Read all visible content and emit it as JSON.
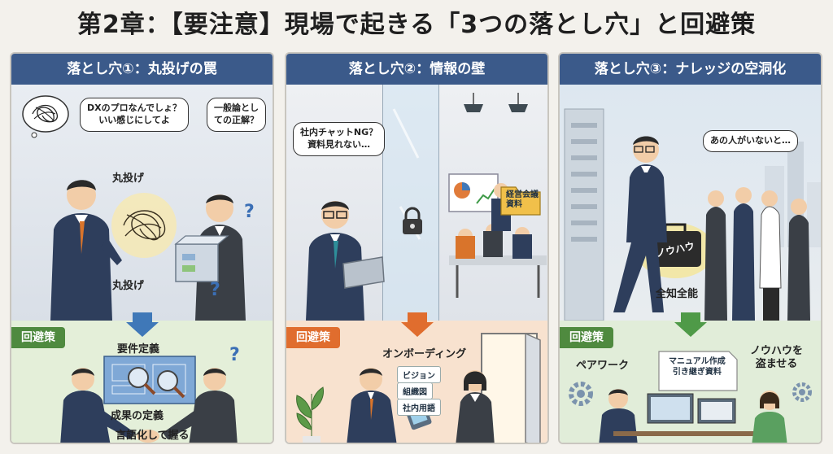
{
  "title": "第2章：【要注意】現場で起きる「3つの落とし穴」と回避策",
  "panels": [
    {
      "header": "落とし穴①：丸投げの罠",
      "bubble_left": "DXのプロなんでしょ？\nいい感じにしてよ",
      "bubble_right": "一般論とし\nての正解？",
      "label_top": "丸投げ",
      "label_bottom": "丸投げ",
      "solution_badge": "回避策",
      "solution_labels": [
        "要件定義",
        "成果の定義",
        "言語化して握る"
      ]
    },
    {
      "header": "落とし穴②：情報の壁",
      "bubble": "社内チャットNG？\n資料見れない…",
      "folder_label": "経営会議\n資料",
      "solution_badge": "回避策",
      "solution_title": "オンボーディング",
      "solution_tags": [
        "ビジョン",
        "組織図",
        "社内用語"
      ]
    },
    {
      "header": "落とし穴③：ナレッジの空洞化",
      "bubble": "あの人がいないと…",
      "bag_label": "ノウハウ",
      "bag_caption": "全知全能",
      "solution_badge": "回避策",
      "solution_left": "ペアワーク",
      "solution_doc": "マニュアル作成\n引き継ぎ資料",
      "solution_right": "ノウハウを\n盗ませる"
    }
  ],
  "colors": {
    "header": "#3b5a8a",
    "badge_green": "#4f8a3f",
    "badge_orange": "#e06d2e",
    "arrow_blue": "#3f78b8",
    "arrow_orange": "#e06d2e",
    "arrow_green": "#4f9a48"
  }
}
